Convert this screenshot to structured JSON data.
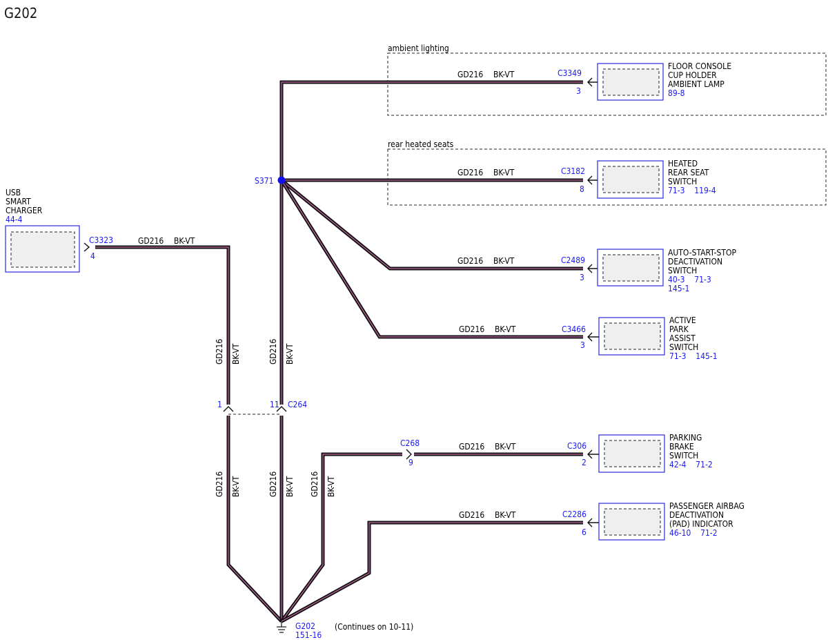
{
  "title": "G202",
  "regions": {
    "ambient": "ambient lighting",
    "rear_seats": "rear heated seats"
  },
  "wire": {
    "circuit": "GD216",
    "color": "BK-VT"
  },
  "splice": {
    "id": "S371"
  },
  "inline": {
    "id": "C264",
    "pin_a": "1",
    "pin_b": "11"
  },
  "c268": {
    "id": "C268",
    "pin": "9"
  },
  "ground": {
    "id": "G202",
    "ref": "151-16",
    "note": "(Continues on 10-11)"
  },
  "components": {
    "usb": {
      "lines": [
        "USB",
        "SMART",
        "CHARGER"
      ],
      "ref": "44-4",
      "connector": "C3323",
      "pin": "4"
    },
    "floor": {
      "lines": [
        "FLOOR CONSOLE",
        "CUP HOLDER",
        "AMBIENT LAMP"
      ],
      "ref": "89-8",
      "connector": "C3349",
      "pin": "3"
    },
    "heated": {
      "lines": [
        "HEATED",
        "REAR SEAT",
        "SWITCH"
      ],
      "ref": "71-3    119-4",
      "connector": "C3182",
      "pin": "8"
    },
    "autostart": {
      "lines": [
        "AUTO-START-STOP",
        "DEACTIVATION",
        "SWITCH"
      ],
      "ref": "40-3    71-3",
      "ref2": "145-1",
      "connector": "C2489",
      "pin": "3"
    },
    "park": {
      "lines": [
        "ACTIVE",
        "PARK",
        "ASSIST",
        "SWITCH"
      ],
      "ref": "71-3    145-1",
      "connector": "C3466",
      "pin": "3"
    },
    "brake": {
      "lines": [
        "PARKING",
        "BRAKE",
        "SWITCH"
      ],
      "ref": "42-4    71-2",
      "connector": "C306",
      "pin": "2"
    },
    "airbag": {
      "lines": [
        "PASSENGER AIRBAG",
        "DEACTIVATION",
        "(PAD) INDICATOR"
      ],
      "ref": "46-10    71-2",
      "connector": "C2286",
      "pin": "6"
    }
  },
  "colors": {
    "connector_text": "#1a1aee",
    "box_border": "#2a2ae0",
    "wire": "#111111",
    "wire_stripe": "#c46aa5"
  }
}
